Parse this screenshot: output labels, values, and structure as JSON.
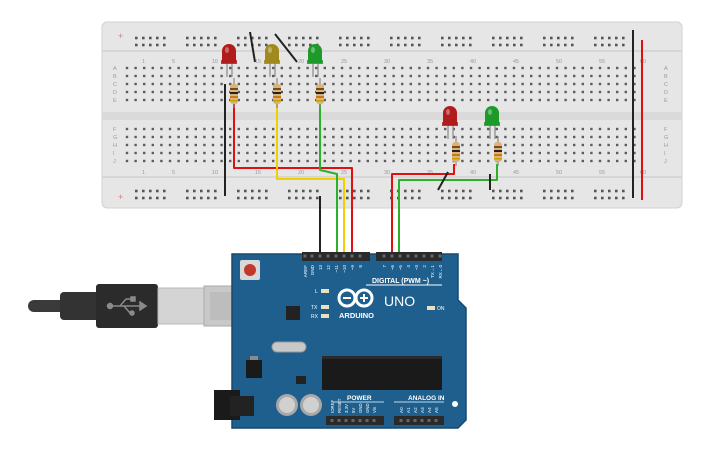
{
  "breadboard": {
    "row_letters_top": [
      "A",
      "B",
      "C",
      "D",
      "E"
    ],
    "row_letters_bottom": [
      "F",
      "G",
      "H",
      "I",
      "J"
    ],
    "column_numbers": [
      "1",
      "5",
      "10",
      "15",
      "20",
      "25",
      "30",
      "35",
      "40",
      "45",
      "50",
      "55",
      "60"
    ],
    "rail_plus": "+",
    "rail_minus": "−"
  },
  "arduino": {
    "brand": "ARDUINO",
    "model": "UNO",
    "digital_label": "DIGITAL (PWM ~)",
    "power_label": "POWER",
    "analog_label": "ANALOG IN",
    "on_label": "ON",
    "led_l_label": "L",
    "led_tx_label": "TX",
    "led_rx_label": "RX",
    "top_header_labels": [
      "AREF",
      "GND",
      "13",
      "12",
      "~11",
      "~10",
      "~9",
      "8",
      "7",
      "~6",
      "~5",
      "4",
      "~3",
      "2",
      "TX→1",
      "RX←0"
    ],
    "power_pin_labels": [
      "IOREF",
      "RESET",
      "3.3V",
      "5V",
      "GND",
      "GND",
      "Vin"
    ],
    "analog_pin_labels": [
      "A0",
      "A1",
      "A2",
      "A3",
      "A4",
      "A5"
    ]
  },
  "components": {
    "leds": [
      {
        "name": "led-red-1",
        "color": "#b01c1c"
      },
      {
        "name": "led-yellow",
        "color": "#a08a1e"
      },
      {
        "name": "led-green-1",
        "color": "#1e9a2a"
      },
      {
        "name": "led-red-2",
        "color": "#b01c1c"
      },
      {
        "name": "led-green-2",
        "color": "#1e9a2a"
      }
    ],
    "wire_colors": {
      "red": "#e01010",
      "yellow": "#f0d000",
      "green": "#2ab02a",
      "black": "#222222"
    }
  },
  "colors": {
    "breadboard": "#e6e6e6",
    "breadboard_border": "#cfcfcf",
    "board": "#1f5f8e",
    "board_dark": "#17496f",
    "usb_cable": "#3a3a3a"
  }
}
